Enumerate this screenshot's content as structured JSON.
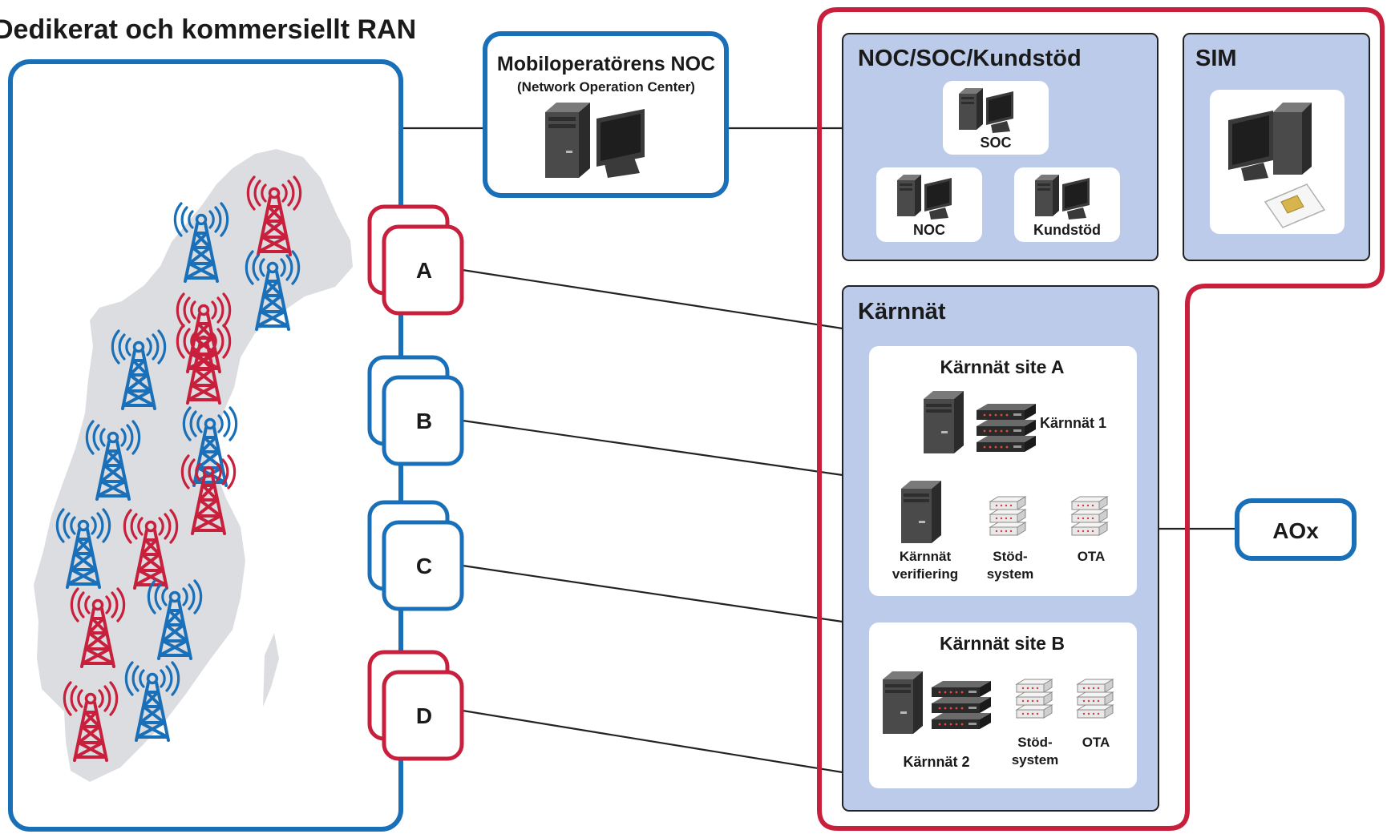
{
  "title": "Dedikerat och kommersiellt RAN",
  "noc_operator": {
    "title": "Mobiloperatörens NOC",
    "subtitle": "(Network Operation Center)"
  },
  "ops_group": {
    "title": "NOC/SOC/Kundstöd",
    "items": [
      "SOC",
      "NOC",
      "Kundstöd"
    ]
  },
  "sim": {
    "title": "SIM"
  },
  "core": {
    "title": "Kärnnät",
    "site_a": {
      "title": "Kärnnät site A",
      "main_label": "Kärnnät 1",
      "verif_line1": "Kärnnät",
      "verif_line2": "verifiering",
      "support_line1": "Stöd-",
      "support_line2": "system",
      "ota": "OTA"
    },
    "site_b": {
      "title": "Kärnnät site B",
      "main_label": "Kärnnät 2",
      "support_line1": "Stöd-",
      "support_line2": "system",
      "ota": "OTA"
    }
  },
  "ran_nodes": [
    "A",
    "B",
    "C",
    "D"
  ],
  "aox": "AOx",
  "colors": {
    "blue": "#1a70b8",
    "red": "#c8203c",
    "panel": "#bccbe9",
    "map": "#dcdde0",
    "line": "#222222"
  },
  "towers": [
    {
      "color": "red"
    },
    {
      "color": "blue"
    },
    {
      "color": "blue"
    },
    {
      "color": "red"
    },
    {
      "color": "blue"
    },
    {
      "color": "red"
    },
    {
      "color": "blue"
    },
    {
      "color": "blue"
    },
    {
      "color": "red"
    },
    {
      "color": "blue"
    },
    {
      "color": "red"
    },
    {
      "color": "red"
    },
    {
      "color": "blue"
    },
    {
      "color": "blue"
    },
    {
      "color": "red"
    }
  ]
}
